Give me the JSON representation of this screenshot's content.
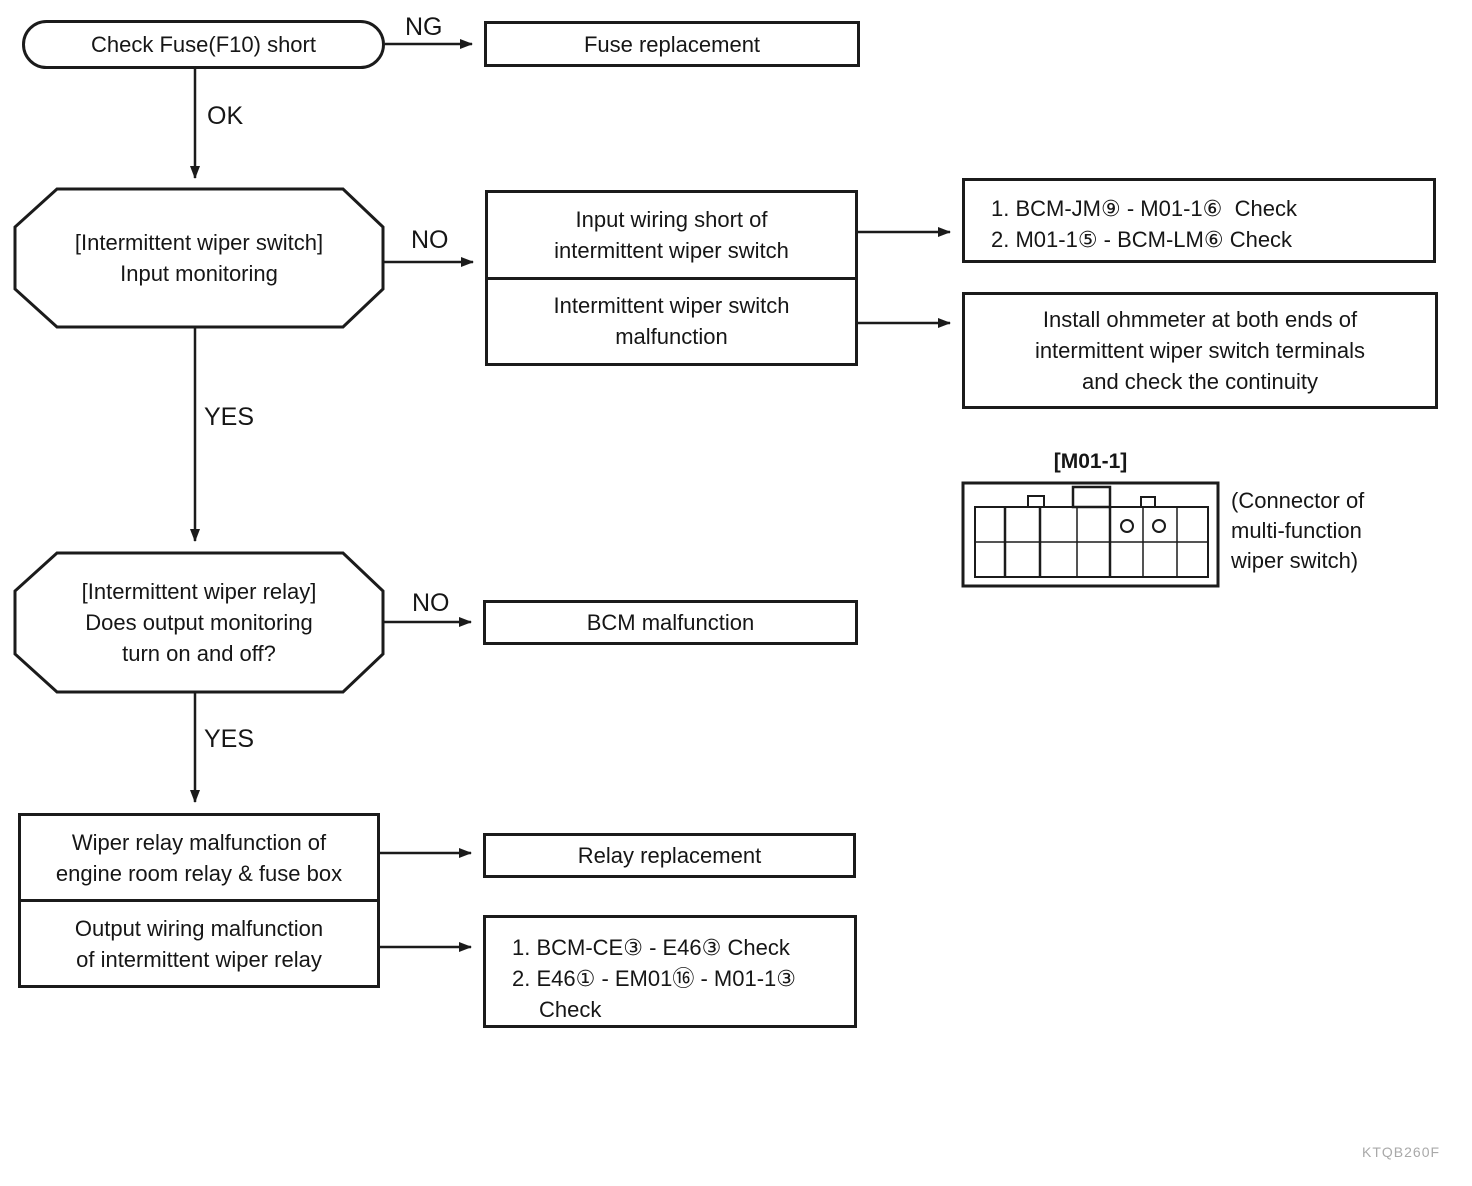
{
  "labels": {
    "ng": "NG",
    "ok": "OK",
    "no1": "NO",
    "yes1": "YES",
    "no2": "NO",
    "yes2": "YES"
  },
  "nodes": {
    "check_fuse": {
      "label": "Check Fuse(F10) short"
    },
    "fuse_replacement": {
      "label": "Fuse replacement"
    },
    "decision1": {
      "lines": [
        "[Intermittent wiper switch]",
        "Input monitoring"
      ]
    },
    "cause1a": {
      "lines": [
        "Input wiring short of",
        "intermittent wiper switch"
      ]
    },
    "cause1b": {
      "lines": [
        "Intermittent wiper switch",
        "malfunction"
      ]
    },
    "action1a": {
      "lines": [
        "1. BCM-JM⑨ - M01-1⑥  Check",
        "2. M01-1⑤ - BCM-LM⑥ Check"
      ]
    },
    "action1b": {
      "lines": [
        "Install ohmmeter at both ends of",
        "intermittent wiper switch terminals",
        "and check the continuity"
      ]
    },
    "decision2": {
      "lines": [
        "[Intermittent wiper relay]",
        "Does output monitoring",
        "turn on and off?"
      ]
    },
    "bcm_malfunction": {
      "label": "BCM malfunction"
    },
    "cause2a": {
      "lines": [
        "Wiper relay malfunction of",
        "engine room relay & fuse box"
      ]
    },
    "cause2b": {
      "lines": [
        "Output wiring malfunction",
        "of intermittent wiper relay"
      ]
    },
    "relay_replacement": {
      "label": "Relay replacement"
    },
    "action2b": {
      "lines": [
        "1. BCM-CE③ - E46③ Check",
        "2. E46① - EM01⑯ - M01-1③",
        "Check"
      ]
    }
  },
  "connector": {
    "title": "[M01-1]",
    "caption_lines": [
      "(Connector of",
      "multi-function",
      "wiper switch)"
    ]
  },
  "watermark": "KTQB260F"
}
